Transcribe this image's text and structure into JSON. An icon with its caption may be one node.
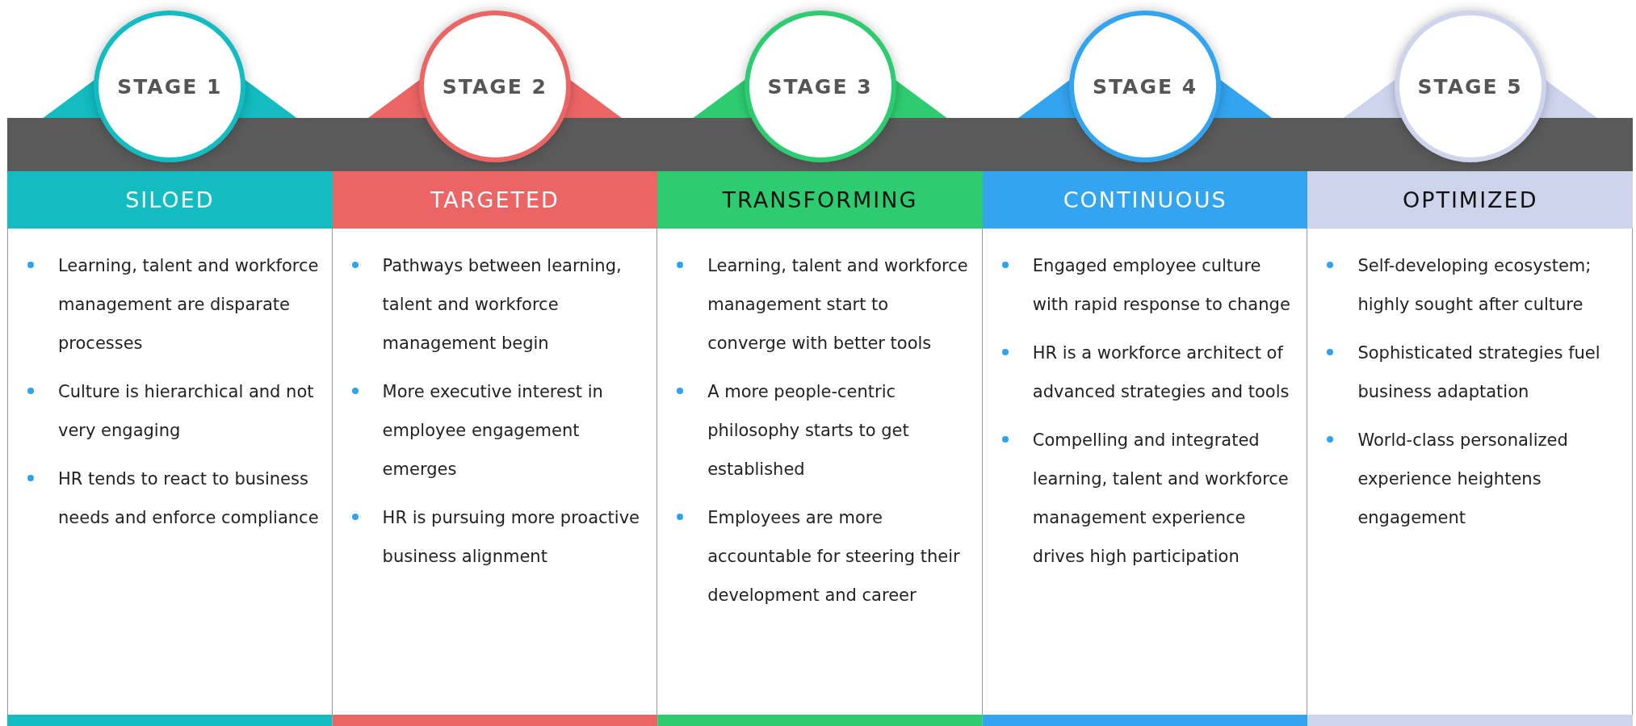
{
  "diagram": {
    "nodes": [
      {
        "text": [
          "STAGE 1"
        ]
      },
      {
        "text": [
          "SILOED"
        ]
      },
      {
        "text": [
          "Learning, talent and workforce management are disparate processes",
          "Culture is hierarchical and not very engaging",
          "HR tends to react to business needs and enforce compliance"
        ]
      },
      {
        "text": [
          "STAGE 2"
        ]
      },
      {
        "text": [
          "TARGETED"
        ]
      },
      {
        "text": [
          "Pathways between learning, talent and workforce management begin",
          "More executive interest in employee engagement emerges",
          "HR is pursuing more proactive business alignment"
        ]
      },
      {
        "text": [
          "STAGE 3"
        ]
      },
      {
        "text": [
          "TRANSFORMING"
        ]
      },
      {
        "text": [
          "Learning, talent and workforce management start to converge with better tools",
          "A more people-centric philosophy starts to get established",
          "Employees are more accountable for steering their development and career"
        ]
      },
      {
        "text": [
          "STAGE 4"
        ]
      },
      {
        "text": [
          "CONTINUOUS"
        ]
      },
      {
        "text": [
          "Engaged employee culture with rapid response to change",
          "HR is a workforce architect of advanced strategies and tools",
          "Compelling and integrated learning, talent and workforce management experience drives high participation"
        ]
      },
      {
        "text": [
          "STAGE 5"
        ]
      },
      {
        "text": [
          "OPTIMIZED"
        ]
      },
      {
        "text": [
          "Self-developing ecosystem; highly sought after culture",
          "Sophisticated strategies fuel business adaptation",
          "World-class personalized experience heightens engagement"
        ]
      }
    ],
    "edges": []
  }
}
